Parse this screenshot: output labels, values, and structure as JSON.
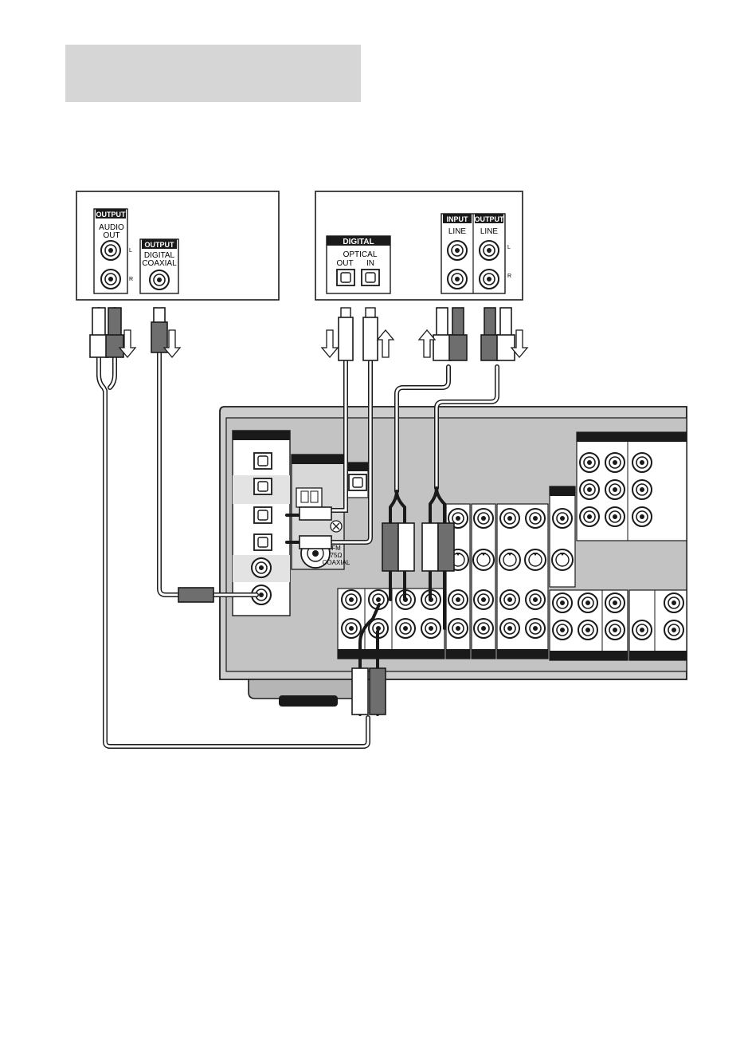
{
  "colors": {
    "paper": "#ffffff",
    "line": "#1a1a1a",
    "cable_light": "#ffffff",
    "cable_dark": "#6e6e6e",
    "header_box": "#d6d6d6",
    "chassis": "#c9c9c9"
  },
  "cd_player": {
    "audio_output_header": "OUTPUT",
    "audio_out_label_1": "AUDIO",
    "audio_out_label_2": "OUT",
    "l_mark": "L",
    "r_mark": "R",
    "digital_output_header": "OUTPUT",
    "digital_label_1": "DIGITAL",
    "digital_label_2": "COAXIAL"
  },
  "md_deck": {
    "digital_header": "DIGITAL",
    "optical_label": "OPTICAL",
    "out_label": "OUT",
    "in_label": "IN",
    "input_header": "INPUT",
    "output_header": "OUTPUT",
    "line_label_in": "LINE",
    "line_label_out": "LINE",
    "l_mark": "L",
    "r_mark": "R"
  },
  "receiver": {
    "fm_label": "FM",
    "fm_ohm": "75Ω",
    "fm_coaxial": "COAXIAL"
  },
  "icons": [
    "signal-direction-arrow-icon",
    "optical-jack-icon",
    "rca-jack-icon",
    "s-video-jack-icon",
    "antenna-terminal-icon"
  ]
}
